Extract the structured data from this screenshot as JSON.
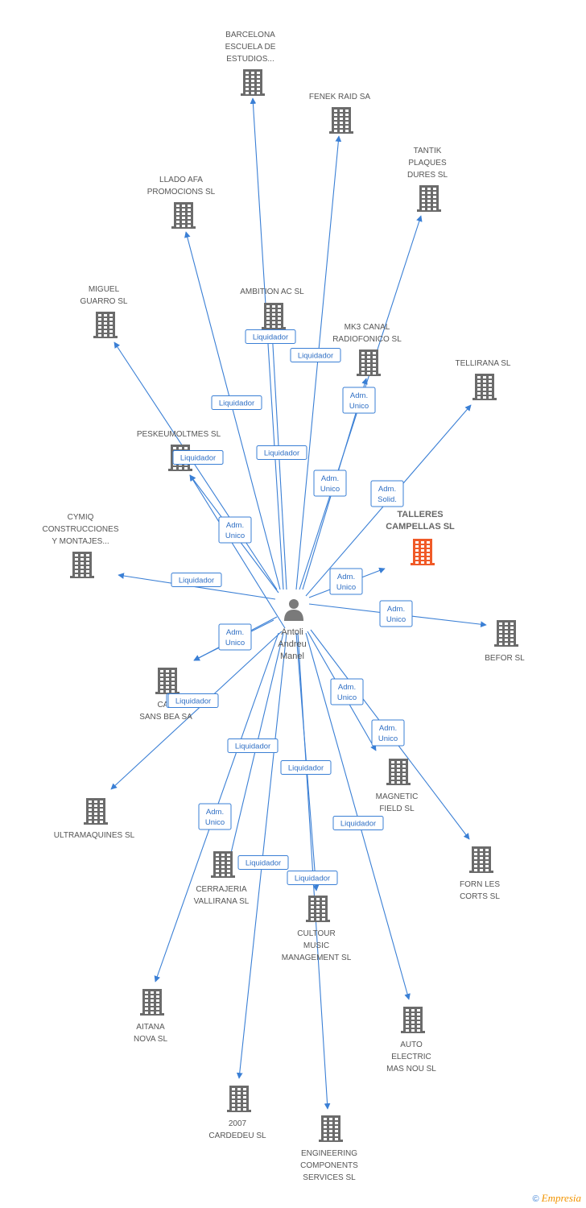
{
  "center": {
    "id": "center",
    "lines": [
      "Antoli",
      "Andreu",
      "Manel"
    ]
  },
  "nodes": [
    {
      "id": "barcelona",
      "lines": [
        "BARCELONA",
        "ESCUELA DE",
        "ESTUDIOS..."
      ],
      "highlight": false
    },
    {
      "id": "fenek",
      "lines": [
        "FENEK RAID SA"
      ],
      "highlight": false
    },
    {
      "id": "tantik",
      "lines": [
        "TANTIK",
        "PLAQUES",
        "DURES SL"
      ],
      "highlight": false
    },
    {
      "id": "llado",
      "lines": [
        "LLADO AFA",
        "PROMOCIONS SL"
      ],
      "highlight": false
    },
    {
      "id": "miguel",
      "lines": [
        "MIGUEL",
        "GUARRO SL"
      ],
      "highlight": false
    },
    {
      "id": "ambition",
      "lines": [
        "AMBITION AC SL"
      ],
      "highlight": false
    },
    {
      "id": "mk3",
      "lines": [
        "MK3 CANAL",
        "RADIOFONICO SL"
      ],
      "highlight": false
    },
    {
      "id": "tellirana",
      "lines": [
        "TELLIRANA SL"
      ],
      "highlight": false
    },
    {
      "id": "peskeumoltmes",
      "lines": [
        "PESKEUMOLTMES SL"
      ],
      "highlight": false
    },
    {
      "id": "talleres",
      "lines": [
        "TALLERES",
        "CAMPELLAS SL"
      ],
      "highlight": true
    },
    {
      "id": "cymiq",
      "lines": [
        "CYMIQ",
        "CONSTRUCCIONES",
        "Y MONTAJES..."
      ],
      "highlight": false
    },
    {
      "id": "befor",
      "lines": [
        "BEFOR SL"
      ],
      "highlight": false
    },
    {
      "id": "sansbea",
      "lines": [
        "CAR",
        "SANS BEA SA"
      ],
      "highlight": false
    },
    {
      "id": "magnetic",
      "lines": [
        "MAGNETIC",
        "FIELD  SL"
      ],
      "highlight": false
    },
    {
      "id": "ultramaquines",
      "lines": [
        "ULTRAMAQUINES SL"
      ],
      "highlight": false
    },
    {
      "id": "fornles",
      "lines": [
        "FORN LES",
        "CORTS  SL"
      ],
      "highlight": false
    },
    {
      "id": "cerrajeria",
      "lines": [
        "CERRAJERIA",
        "VALLIRANA SL"
      ],
      "highlight": false
    },
    {
      "id": "cultour",
      "lines": [
        "CULTOUR",
        "MUSIC",
        "MANAGEMENT SL"
      ],
      "highlight": false
    },
    {
      "id": "aitana",
      "lines": [
        "AITANA",
        "NOVA  SL"
      ],
      "highlight": false
    },
    {
      "id": "auto",
      "lines": [
        "AUTO",
        "ELECTRIC",
        "MAS NOU SL"
      ],
      "highlight": false
    },
    {
      "id": "cardedeu",
      "lines": [
        "2007",
        "CARDEDEU  SL"
      ],
      "highlight": false
    },
    {
      "id": "engineering",
      "lines": [
        "ENGINEERING",
        "COMPONENTS",
        "SERVICES SL"
      ],
      "highlight": false
    }
  ],
  "edges": [
    {
      "target": "barcelona",
      "lines": [
        "Liquidador"
      ]
    },
    {
      "target": "fenek",
      "lines": [
        "Liquidador"
      ]
    },
    {
      "target": "tantik",
      "lines": [
        "Adm.",
        "Unico"
      ]
    },
    {
      "target": "llado",
      "lines": [
        "Liquidador"
      ]
    },
    {
      "target": "miguel",
      "lines": [
        "Liquidador"
      ]
    },
    {
      "target": "ambition",
      "lines": [
        "Liquidador"
      ]
    },
    {
      "target": "mk3",
      "lines": [
        "Adm.",
        "Unico"
      ]
    },
    {
      "target": "tellirana",
      "lines": [
        "Adm.",
        "Solid."
      ]
    },
    {
      "target": "peskeumoltmes",
      "lines": [
        "Adm.",
        "Unico"
      ]
    },
    {
      "target": "talleres",
      "lines": [
        "Adm.",
        "Unico"
      ]
    },
    {
      "target": "cymiq",
      "lines": [
        "Liquidador"
      ]
    },
    {
      "target": "befor",
      "lines": [
        "Adm.",
        "Unico"
      ]
    },
    {
      "target": "sansbea",
      "lines": [
        "Adm.",
        "Unico"
      ]
    },
    {
      "target": "magnetic",
      "lines": [
        "Adm.",
        "Unico"
      ]
    },
    {
      "target": "ultramaquines",
      "lines": [
        "Liquidador"
      ]
    },
    {
      "target": "fornles",
      "lines": [
        "Adm.",
        "Unico"
      ]
    },
    {
      "target": "cerrajeria",
      "lines": [
        "Liquidador"
      ]
    },
    {
      "target": "cultour",
      "lines": [
        "Liquidador"
      ]
    },
    {
      "target": "aitana",
      "lines": [
        "Adm.",
        "Unico"
      ]
    },
    {
      "target": "auto",
      "lines": [
        "Liquidador"
      ]
    },
    {
      "target": "cardedeu",
      "lines": [
        "Liquidador"
      ]
    },
    {
      "target": "engineering",
      "lines": [
        "Liquidador"
      ]
    },
    {
      "target": "peskeumoltmes",
      "lines": [
        "Liquidador"
      ]
    },
    {
      "target": "sansbea",
      "lines": [
        "Liquidador"
      ]
    }
  ],
  "colors": {
    "edge": "#3a7fd5",
    "building": "#6b6b6b",
    "highlight": "#f05a28",
    "person": "#7a7a7a"
  },
  "footer": {
    "copyright": "©",
    "brand": "Empresia"
  }
}
